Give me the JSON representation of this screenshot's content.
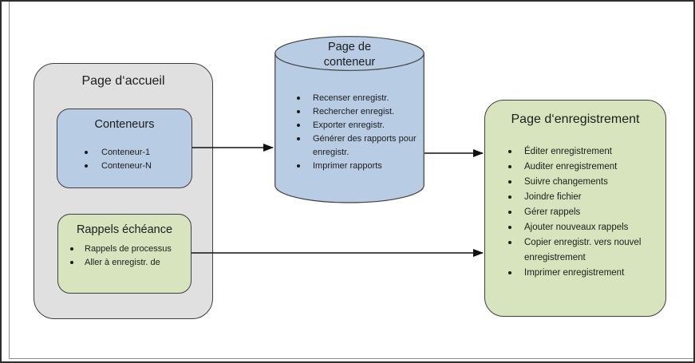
{
  "diagram": {
    "home": {
      "title": "Page d‘accueil",
      "containers": {
        "title": "Conteneurs",
        "items": [
          "Conteneur-1",
          "Conteneur-N"
        ]
      },
      "reminders": {
        "title": "Rappels échéance",
        "items": [
          "Rappels de processus",
          "Aller à enregistr. de"
        ]
      }
    },
    "container_page": {
      "title_lines": [
        "Page de",
        "conteneur"
      ],
      "items": [
        "Recenser enregistr.",
        "Rechercher enregist.",
        "Exporter enregistr.",
        "Générer des rapports pour enregistr.",
        "Imprimer rapports"
      ]
    },
    "record_page": {
      "title": "Page d‘enregistrement",
      "items": [
        "Éditer enregistrement",
        "Auditer enregistrement",
        "Suivre changements",
        "Joindre fichier",
        "Gérer rappels",
        "Ajouter nouveaux rappels",
        "Copier enregistr. vers nouvel enregistrement",
        "Imprimer enregistrement"
      ]
    },
    "colors": {
      "home_fill": "#e0e0e0",
      "blue_fill": "#b8cce4",
      "green_fill": "#d7e4bd",
      "outline": "#3f3f3f",
      "arrow": "#111111"
    }
  }
}
